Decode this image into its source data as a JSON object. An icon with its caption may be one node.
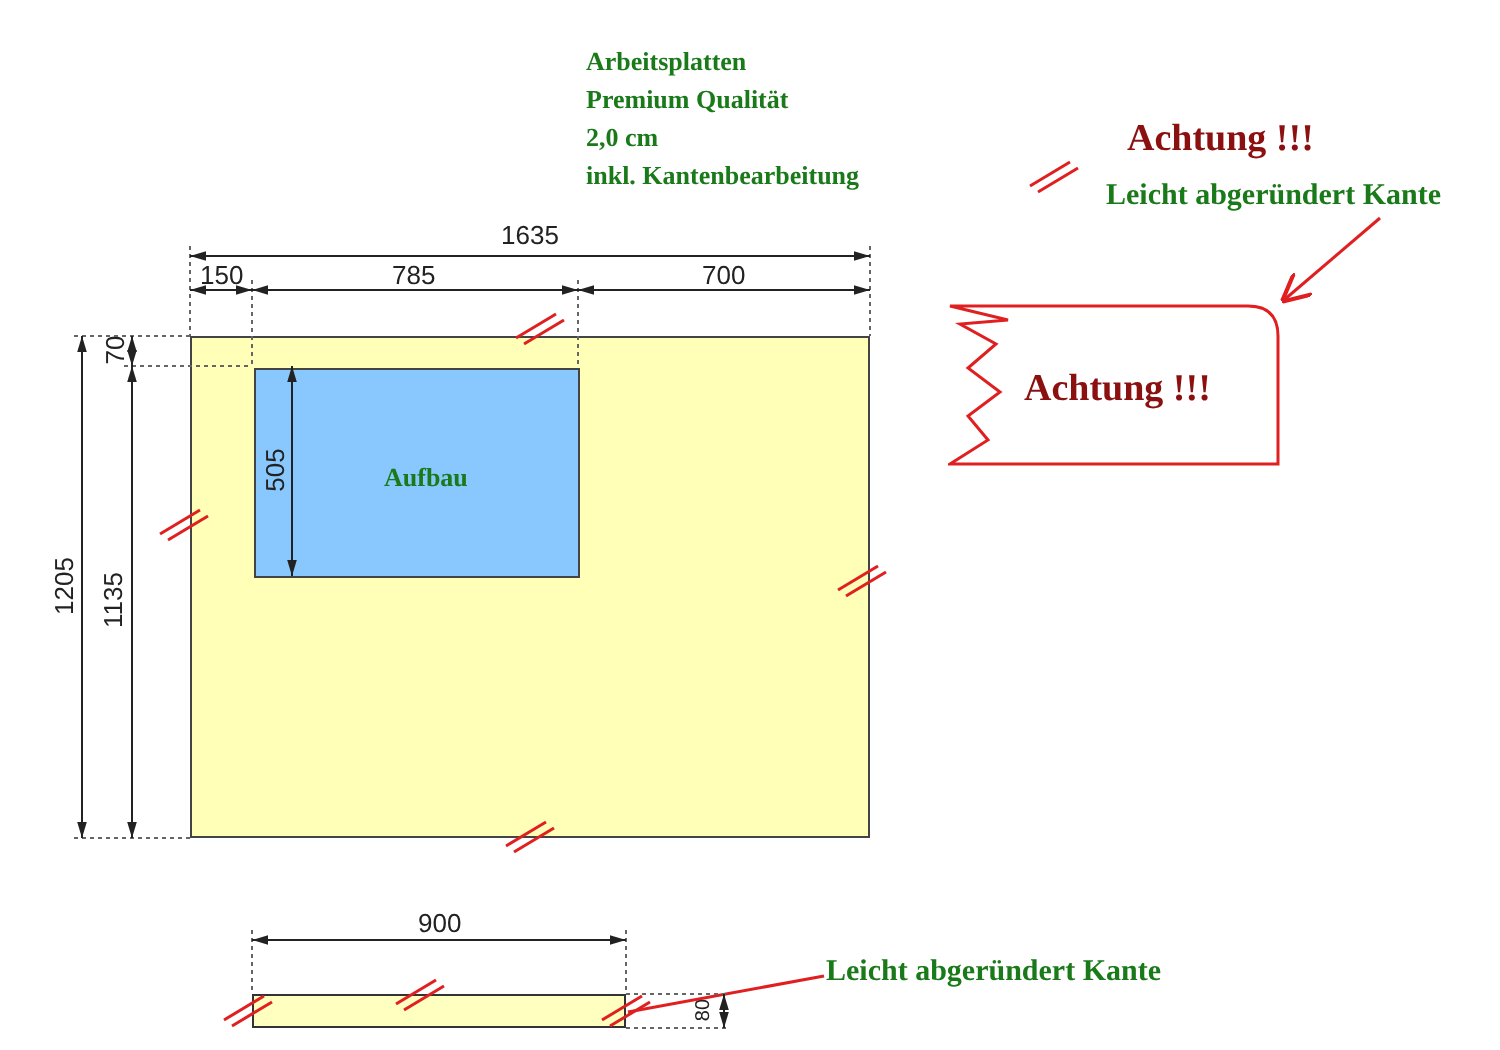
{
  "diagram": {
    "nodes": [
      {
        "text": [],
        "shape": "box"
      },
      {
        "text": [
          "Aufbau"
        ],
        "in": 0
      },
      {
        "text": [
          "Achtung !!!"
        ]
      },
      {
        "text": [
          "Leicht abgeründert Kante"
        ]
      },
      {
        "text": [],
        "shape": "bar"
      },
      {
        "text": [
          "Leicht abgeründert Kante"
        ]
      }
    ],
    "edges": [
      {
        "from": 3,
        "to": 2,
        "arrow": "to",
        "color": "#e02020"
      },
      {
        "from": 5,
        "to": 4,
        "arrow": "none",
        "color": "#e02020"
      }
    ],
    "labels": [
      "Arbeitsplatten",
      "Premium Qualität",
      "2,0 cm",
      "inkl. Kantenbearbeitung",
      "Achtung !!!",
      "1635",
      "150",
      "785",
      "700",
      "70",
      "505",
      "1205",
      "1135",
      "900",
      "80"
    ]
  }
}
